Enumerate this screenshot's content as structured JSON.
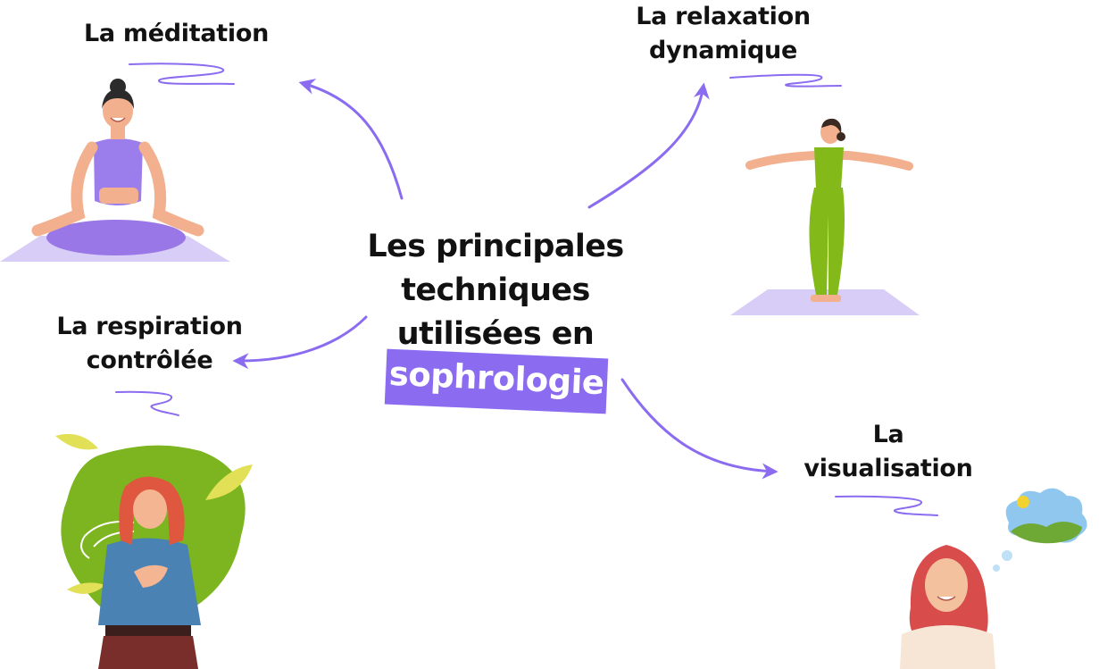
{
  "diagram": {
    "title_lines": [
      "Les principales",
      "techniques",
      "utilisées en"
    ],
    "highlight": "sophrologie",
    "techniques": {
      "meditation": {
        "lines": [
          "La méditation"
        ]
      },
      "relaxation": {
        "lines": [
          "La relaxation",
          "dynamique"
        ]
      },
      "respiration": {
        "lines": [
          "La respiration",
          "contrôlée"
        ]
      },
      "visualisation": {
        "lines": [
          "La",
          "visualisation"
        ]
      }
    }
  },
  "colors": {
    "accent": "#8b6cf0",
    "mat": "#d7cdf7",
    "green": "#84b91a",
    "blob": "#7cb51f",
    "shirt": "#4a82b4",
    "hair": "#e0573f",
    "skin": "#f4b593",
    "text": "#121212"
  }
}
